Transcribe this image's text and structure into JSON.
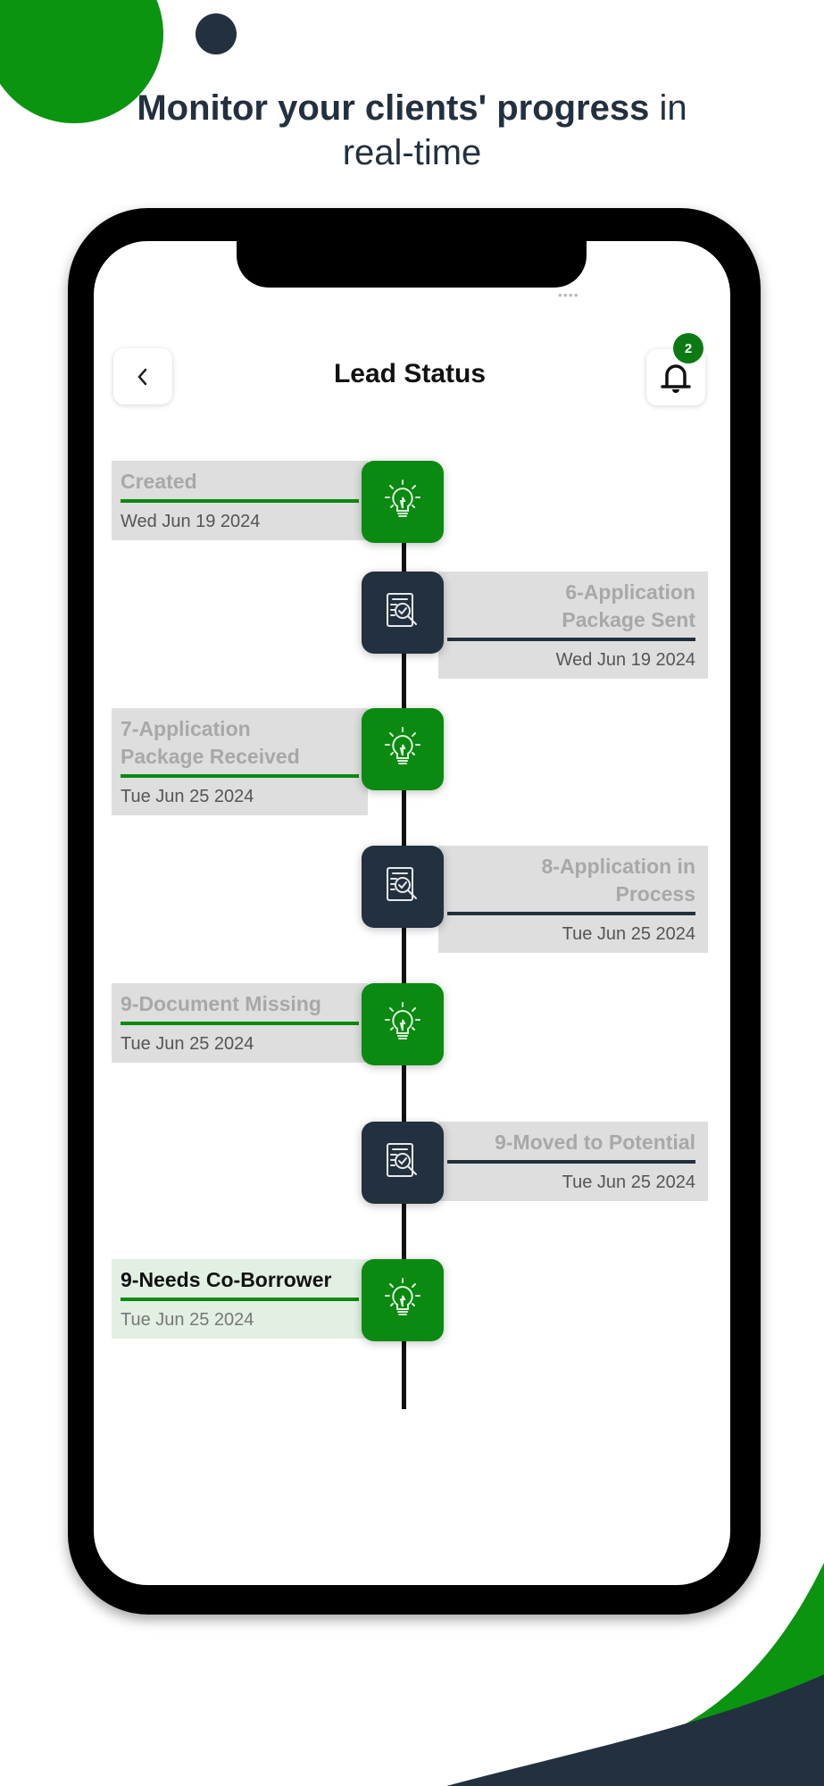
{
  "headline": {
    "bold": "Monitor your clients' progress",
    "light_1": " in",
    "light_2": "real-time"
  },
  "header": {
    "title": "Lead Status",
    "notification_count": "2",
    "back_icon": "chevron-left-icon",
    "bell_icon": "bell-icon"
  },
  "colors": {
    "green": "#0a8a10",
    "navy": "#22303f",
    "card_grey": "#dedede",
    "card_active": "#e2f0e4"
  },
  "timeline": [
    {
      "label": "Created",
      "date": "Wed Jun 19 2024",
      "side": "left",
      "kind": "lead",
      "active": false
    },
    {
      "label": "6-Application Package Sent",
      "date": "Wed Jun 19 2024",
      "side": "right",
      "kind": "review",
      "active": false
    },
    {
      "label": "7-Application Package Received",
      "date": "Tue Jun 25 2024",
      "side": "left",
      "kind": "lead",
      "active": false
    },
    {
      "label": "8-Application in Process",
      "date": "Tue Jun 25 2024",
      "side": "right",
      "kind": "review",
      "active": false
    },
    {
      "label": "9-Document Missing",
      "date": "Tue Jun 25 2024",
      "side": "left",
      "kind": "lead",
      "active": false
    },
    {
      "label": "9-Moved to Potential",
      "date": "Tue Jun 25 2024",
      "side": "right",
      "kind": "review",
      "active": false
    },
    {
      "label": "9-Needs Co-Borrower",
      "date": "Tue Jun 25 2024",
      "side": "left",
      "kind": "lead",
      "active": true
    }
  ]
}
